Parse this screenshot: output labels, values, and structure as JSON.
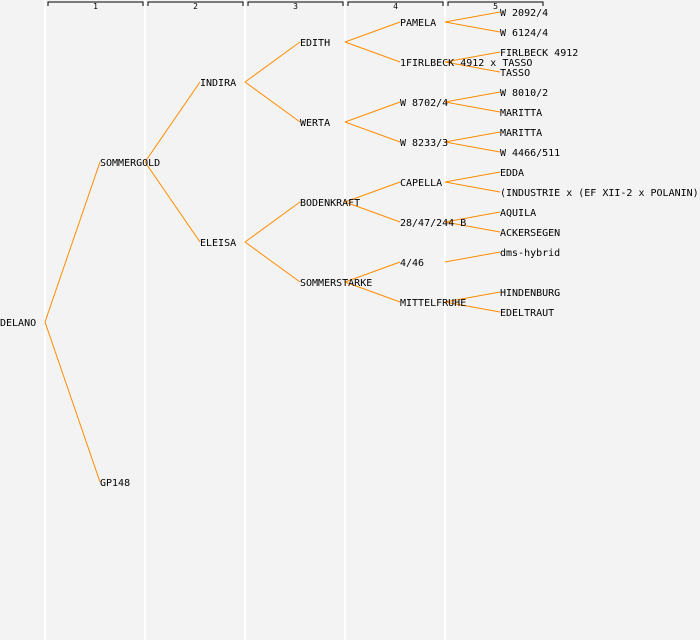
{
  "colors": {
    "background": "#f3f3f3",
    "edge": "#ff8c00",
    "divider": "#ffffff"
  },
  "columns": [
    "1",
    "2",
    "3",
    "4",
    "5"
  ],
  "tree": {
    "name": "DELANO",
    "children": [
      {
        "name": "SOMMERGOLD",
        "children": [
          {
            "name": "INDIRA",
            "children": [
              {
                "name": "EDITH",
                "children": [
                  {
                    "name": "PAMELA",
                    "children": [
                      {
                        "name": "W 2092/4"
                      },
                      {
                        "name": "W 6124/4"
                      }
                    ]
                  },
                  {
                    "name": "1FIRLBECK 4912 x TASSO",
                    "children": [
                      {
                        "name": "FIRLBECK 4912"
                      },
                      {
                        "name": "TASSO"
                      }
                    ]
                  }
                ]
              },
              {
                "name": "WERTA",
                "children": [
                  {
                    "name": "W 8702/4",
                    "children": [
                      {
                        "name": "W 8010/2"
                      },
                      {
                        "name": "MARITTA"
                      }
                    ]
                  },
                  {
                    "name": "W 8233/3",
                    "children": [
                      {
                        "name": "MARITTA"
                      },
                      {
                        "name": "W 4466/511"
                      }
                    ]
                  }
                ]
              }
            ]
          },
          {
            "name": "ELEISA",
            "children": [
              {
                "name": "BODENKRAFT",
                "children": [
                  {
                    "name": "CAPELLA",
                    "children": [
                      {
                        "name": "EDDA"
                      },
                      {
                        "name": "(INDUSTRIE x (EF XII-2 x POLANIN))"
                      }
                    ]
                  },
                  {
                    "name": "28/47/244 B",
                    "children": [
                      {
                        "name": "AQUILA"
                      },
                      {
                        "name": "ACKERSEGEN"
                      }
                    ]
                  }
                ]
              },
              {
                "name": "SOMMERSTARKE",
                "children": [
                  {
                    "name": "4/46",
                    "children": [
                      {
                        "name": "dms-hybrid"
                      }
                    ]
                  },
                  {
                    "name": "MITTELFRUHE",
                    "children": [
                      {
                        "name": "HINDENBURG"
                      },
                      {
                        "name": "EDELTRAUT"
                      }
                    ]
                  }
                ]
              }
            ]
          }
        ]
      },
      {
        "name": "GP148"
      }
    ]
  }
}
